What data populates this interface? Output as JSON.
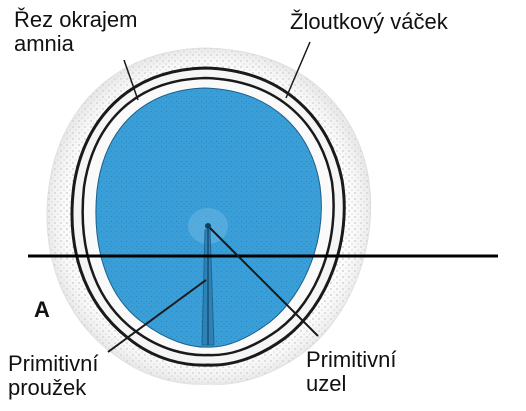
{
  "labels": {
    "amnion_edge": {
      "line1": "Řez okrajem",
      "line2": "amnia"
    },
    "yolk_sac": "Žloutkový váček",
    "panel_letter": "A",
    "primitive_streak": {
      "line1": "Primitivní",
      "line2": "proužek"
    },
    "primitive_node": {
      "line1": "Primitivní",
      "line2": "uzel"
    }
  },
  "colors": {
    "embryonic_disc": "#3a9fd8",
    "outline": "#1a1a1a",
    "yolk_sac_stipple": "#b9b9b9",
    "amnion_band": "#f4f4f4"
  }
}
